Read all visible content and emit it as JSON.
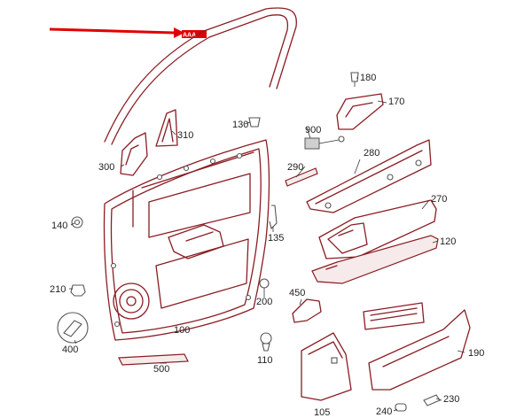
{
  "diagram": {
    "colors": {
      "callout_arrow": "#e10000",
      "part_outline": "#8a1d24",
      "hardware": "#555555",
      "label": "#222222"
    },
    "callouts": [
      {
        "id": "100",
        "label": "100",
        "part": "door-trim-panel"
      },
      {
        "id": "105",
        "label": "105",
        "part": "door-pocket-cover"
      },
      {
        "id": "110",
        "label": "110",
        "part": "push-clip"
      },
      {
        "id": "120",
        "label": "120",
        "part": "armrest-panel"
      },
      {
        "id": "130",
        "label": "130",
        "part": "trim-clip"
      },
      {
        "id": "135",
        "label": "135",
        "part": "cable-bracket"
      },
      {
        "id": "140",
        "label": "140",
        "part": "grommet"
      },
      {
        "id": "170",
        "label": "170",
        "part": "inner-door-handle"
      },
      {
        "id": "180",
        "label": "180",
        "part": "expansion-rivet"
      },
      {
        "id": "190",
        "label": "190",
        "part": "map-pocket-trim"
      },
      {
        "id": "200",
        "label": "200",
        "part": "screw"
      },
      {
        "id": "210",
        "label": "210",
        "part": "retaining-clip"
      },
      {
        "id": "230",
        "label": "230",
        "part": "clip"
      },
      {
        "id": "240",
        "label": "240",
        "part": "bulb"
      },
      {
        "id": "270",
        "label": "270",
        "part": "armrest-cover"
      },
      {
        "id": "280",
        "label": "280",
        "part": "upper-trim-strip"
      },
      {
        "id": "290",
        "label": "290",
        "part": "trim-insert"
      },
      {
        "id": "300",
        "label": "300",
        "part": "mirror-mount-cover"
      },
      {
        "id": "310",
        "label": "310",
        "part": "tweeter-cover"
      },
      {
        "id": "400",
        "label": "400",
        "part": "removal-tool"
      },
      {
        "id": "450",
        "label": "450",
        "part": "insulation-pad"
      },
      {
        "id": "500",
        "label": "500",
        "part": "sill-strip"
      },
      {
        "id": "900",
        "label": "900",
        "part": "switch-connector"
      }
    ]
  }
}
